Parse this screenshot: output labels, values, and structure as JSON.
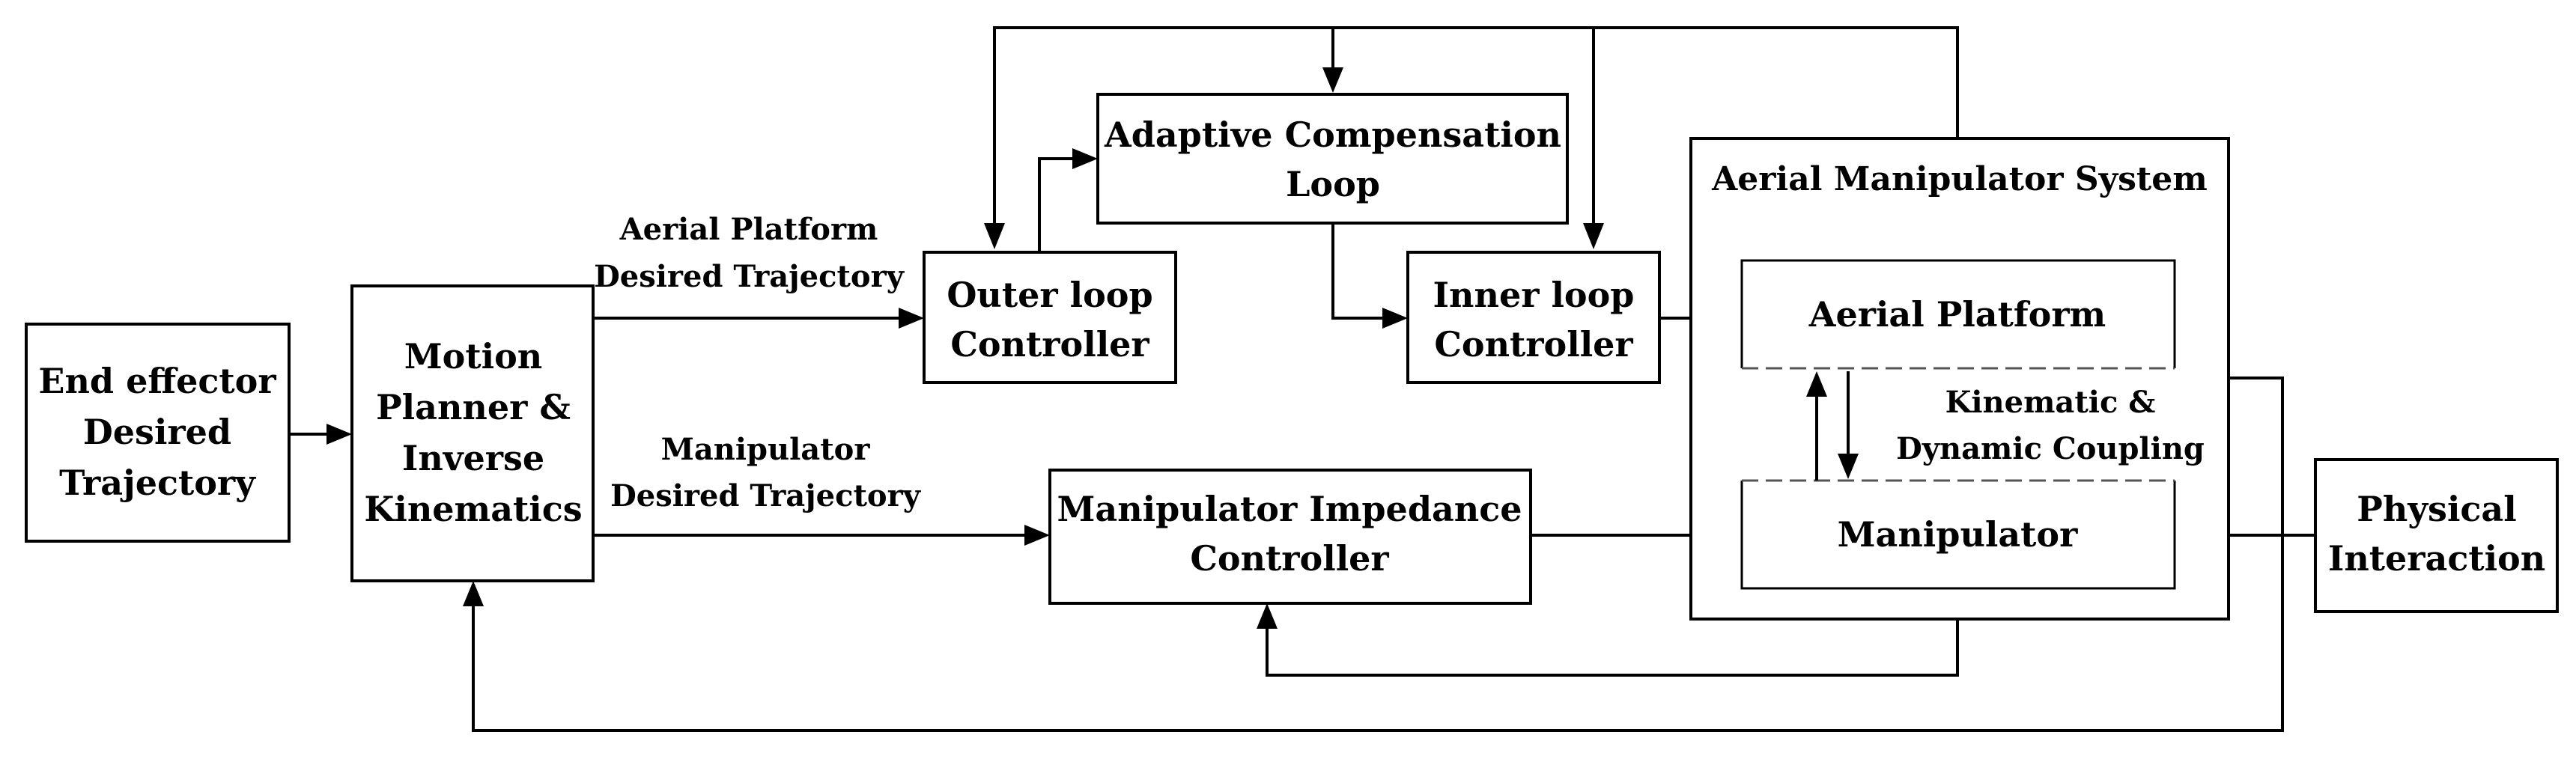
{
  "blocks": {
    "end_effector": [
      "End effector",
      "Desired",
      "Trajectory"
    ],
    "motion_planner": [
      "Motion",
      "Planner &",
      "Inverse",
      "Kinematics"
    ],
    "outer_loop": [
      "Outer loop",
      "Controller"
    ],
    "adaptive_compensation": [
      "Adaptive Compensation",
      "Loop"
    ],
    "inner_loop": [
      "Inner loop",
      "Controller"
    ],
    "impedance_controller": [
      "Manipulator Impedance",
      "Controller"
    ],
    "aerial_manipulator_system": "Aerial Manipulator System",
    "aerial_platform": "Aerial Platform",
    "manipulator": "Manipulator",
    "physical_interaction": [
      "Physical",
      "Interaction"
    ]
  },
  "edge_labels": {
    "aerial_platform_trajectory": [
      "Aerial Platform",
      "Desired Trajectory"
    ],
    "manipulator_trajectory": [
      "Manipulator",
      "Desired Trajectory"
    ],
    "coupling": [
      "Kinematic &",
      "Dynamic Coupling"
    ]
  }
}
